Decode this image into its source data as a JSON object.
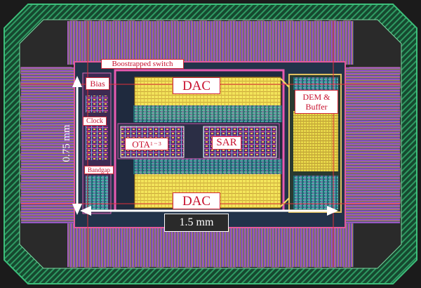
{
  "blocks": {
    "dac_top": "DAC",
    "dac_bottom": "DAC",
    "sar": "SAR",
    "bias": "Bias",
    "clock": "Clock",
    "bandgap": "Bandgap",
    "boostrapped_switch": "Boostrapped switch",
    "dem_line1": "DEM &",
    "dem_line2": "Buffer",
    "ota_main": "OTA",
    "ota_sub": "1 ~ 3"
  },
  "dimensions": {
    "height": "0.75 mm",
    "width": "1.5 mm"
  },
  "colors": {
    "label_text": "#c8102e",
    "label_bg": "#ffffff",
    "dac_fill": "#f2e24a",
    "die_frame_green": "#1e8a5c",
    "pad_pink": "#e04a8a",
    "dimension_arrow": "#ffffff"
  }
}
